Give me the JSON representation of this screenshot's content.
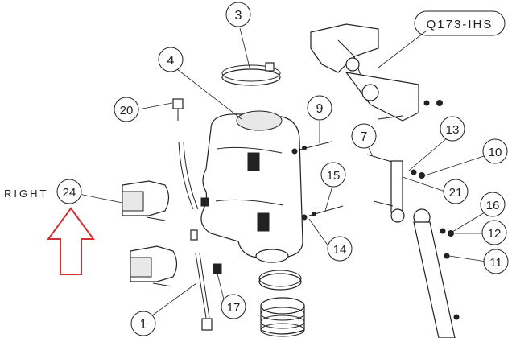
{
  "diagram": {
    "title_tag": "Q173-IHS",
    "side_label": "RIGHT",
    "arrow_color": "#d32f2f",
    "callouts": [
      {
        "id": "c3",
        "label": "3"
      },
      {
        "id": "c4",
        "label": "4"
      },
      {
        "id": "c20",
        "label": "20"
      },
      {
        "id": "c9",
        "label": "9"
      },
      {
        "id": "c7",
        "label": "7"
      },
      {
        "id": "c13",
        "label": "13"
      },
      {
        "id": "c10",
        "label": "10"
      },
      {
        "id": "c24",
        "label": "24"
      },
      {
        "id": "c15",
        "label": "15"
      },
      {
        "id": "c21",
        "label": "21"
      },
      {
        "id": "c16",
        "label": "16"
      },
      {
        "id": "c12",
        "label": "12"
      },
      {
        "id": "c14",
        "label": "14"
      },
      {
        "id": "c11",
        "label": "11"
      },
      {
        "id": "c17",
        "label": "17"
      },
      {
        "id": "c1",
        "label": "1"
      }
    ]
  }
}
